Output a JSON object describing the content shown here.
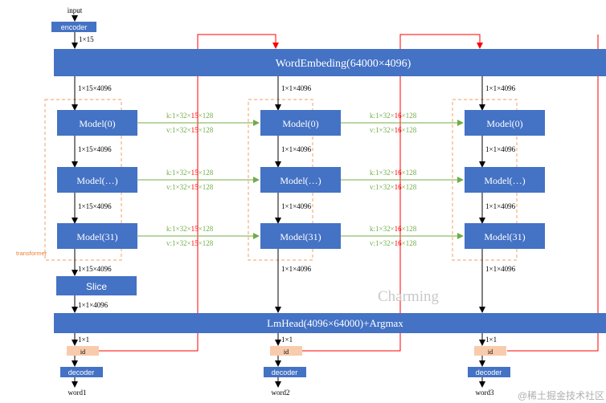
{
  "input_label": "input",
  "encoder_label": "encoder",
  "enc_out_shape": "1×15",
  "word_embedding_label": "WordEmbeding(64000×4096)",
  "lm_head_label": "LmHead(4096×64000)+Argmax",
  "slice_label": "Slice",
  "transformer_label": "transformer",
  "watermark_text": "Charming",
  "footer_watermark": "@稀土掘金技术社区",
  "columns": [
    {
      "emb_shape": "1×15×4096",
      "between_shapes": [
        "1×15×4096",
        "1×15×4096"
      ],
      "out_shape": "1×15×4096",
      "slice_out_shape": "1×1×4096",
      "id_shape": "1×1",
      "id_label": "id",
      "decoder_label": "decoder",
      "word_label": "word1",
      "models": [
        "Model(0)",
        "Model(…)",
        "Model(31)"
      ]
    },
    {
      "emb_shape": "1×1×4096",
      "between_shapes": [
        "1×1×4096",
        "1×1×4096"
      ],
      "out_shape": "1×1×4096",
      "id_shape": "1×1",
      "id_label": "id",
      "decoder_label": "decoder",
      "word_label": "word2",
      "models": [
        "Model(0)",
        "Model(…)",
        "Model(31)"
      ]
    },
    {
      "emb_shape": "1×1×4096",
      "between_shapes": [
        "1×1×4096",
        "1×1×4096"
      ],
      "out_shape": "1×1×4096",
      "id_shape": "1×1",
      "id_label": "id",
      "decoder_label": "decoder",
      "word_label": "word3",
      "models": [
        "Model(0)",
        "Model(…)",
        "Model(31)"
      ]
    }
  ],
  "kv_links": [
    {
      "k_prefix": "k:1×32×",
      "k_num": "15",
      "k_suffix": "×128",
      "v_prefix": "v:1×32×",
      "v_num": "15",
      "v_suffix": "×128"
    },
    {
      "k_prefix": "k:1×32×",
      "k_num": "16",
      "k_suffix": "×128",
      "v_prefix": "v:1×32×",
      "v_num": "16",
      "v_suffix": "×128"
    }
  ],
  "colors": {
    "block_blue": "#4472c4",
    "block_text": "#ffffff",
    "id_fill": "#f8cbad",
    "dashed_orange": "#f4b183",
    "kv_green": "#70ad47",
    "kv_red": "#ff0000",
    "feedback_red": "#ff0000"
  }
}
